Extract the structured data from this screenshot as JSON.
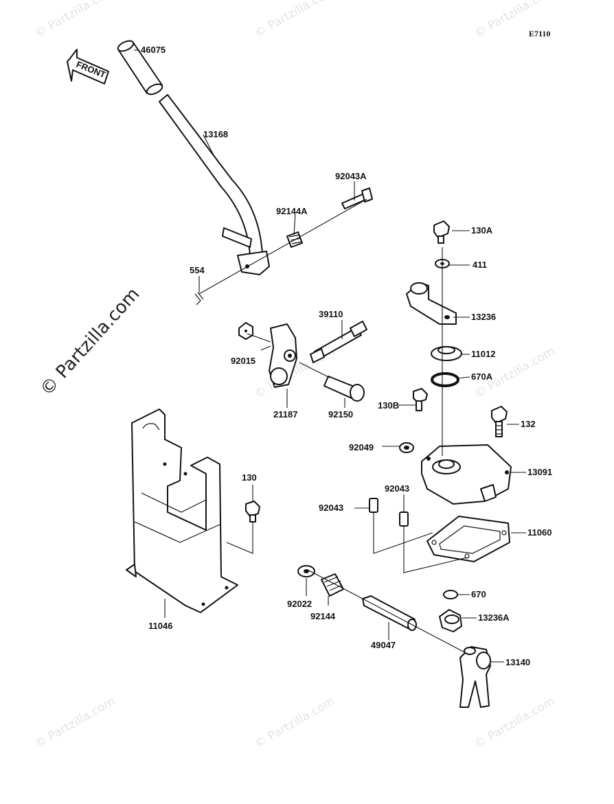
{
  "diagram": {
    "code": "E7110",
    "front_label": "FRONT",
    "watermark_main": "© Partzilla.com",
    "watermark_small": "© Partzilla.com"
  },
  "parts": [
    {
      "number": "46075"
    },
    {
      "number": "13168"
    },
    {
      "number": "92043A"
    },
    {
      "number": "92144A"
    },
    {
      "number": "554"
    },
    {
      "number": "130A"
    },
    {
      "number": "411"
    },
    {
      "number": "13236"
    },
    {
      "number": "39110"
    },
    {
      "number": "92015"
    },
    {
      "number": "11012"
    },
    {
      "number": "670A"
    },
    {
      "number": "21187"
    },
    {
      "number": "92150"
    },
    {
      "number": "130B"
    },
    {
      "number": "132"
    },
    {
      "number": "92049"
    },
    {
      "number": "13091"
    },
    {
      "number": "130"
    },
    {
      "number": "92043"
    },
    {
      "number": "92043"
    },
    {
      "number": "11060"
    },
    {
      "number": "670"
    },
    {
      "number": "92022"
    },
    {
      "number": "92144"
    },
    {
      "number": "13236A"
    },
    {
      "number": "11046"
    },
    {
      "number": "49047"
    },
    {
      "number": "13140"
    }
  ]
}
